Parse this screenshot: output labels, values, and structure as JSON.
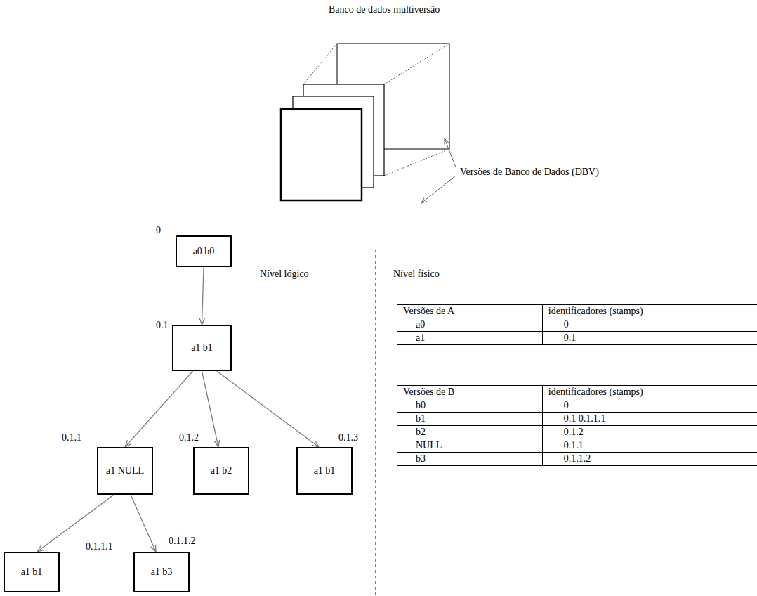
{
  "diagram": {
    "title": "Banco de dados multiversão",
    "nodes": [
      {
        "text": [
          "0",
          "a0 b0"
        ]
      },
      {
        "text": [
          "0.1",
          "a1 b1"
        ]
      },
      {
        "text": [
          "0.1.1",
          "a1 NULL"
        ]
      },
      {
        "text": [
          "0.1.2",
          "a1 b2"
        ]
      },
      {
        "text": [
          "0.1.3",
          "a1 b1"
        ]
      },
      {
        "text": [
          "0.1.1.1",
          "a1 b1"
        ]
      },
      {
        "text": [
          "0.1.1.2",
          "a1 b3"
        ]
      }
    ],
    "edges": [
      {
        "from": 0,
        "to": 1,
        "arrow": "to"
      },
      {
        "from": 1,
        "to": 2,
        "arrow": "to"
      },
      {
        "from": 1,
        "to": 3,
        "arrow": "to"
      },
      {
        "from": 1,
        "to": 4,
        "arrow": "to"
      },
      {
        "from": 2,
        "to": 5,
        "arrow": "to"
      },
      {
        "from": 2,
        "to": 6,
        "arrow": "to"
      }
    ],
    "labels": [
      "Versões de Banco de Dados (DBV)",
      "Nível lógico",
      "Nível físico",
      "Versões de A",
      "identificadores (stamps)",
      "a0",
      "0",
      "a1",
      "0.1",
      "Versões de B",
      "identificadores (stamps)",
      "b0",
      "0",
      "b1",
      "0.1 0.1.1.1",
      "b2",
      "0.1.2",
      "NULL",
      "0.1.1",
      "b3",
      "0.1.1.2"
    ]
  }
}
